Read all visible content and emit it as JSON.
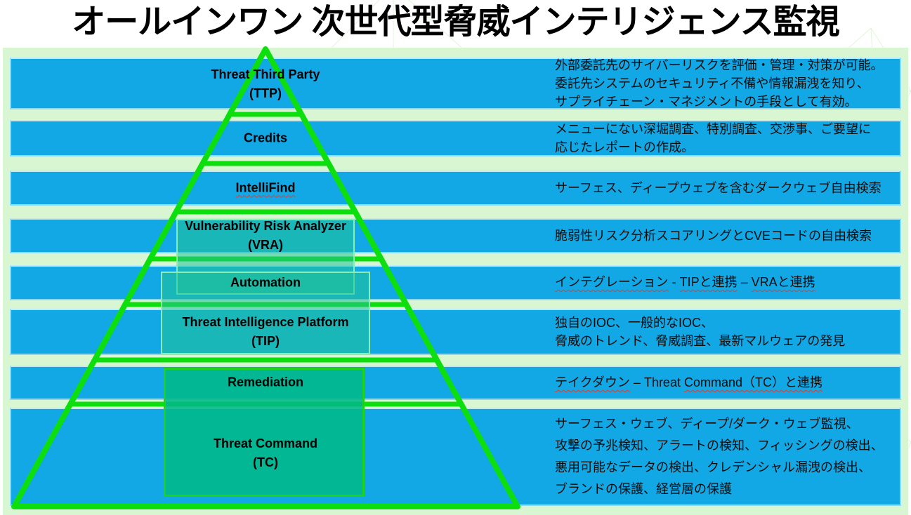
{
  "title": "オールインワン 次世代型脅威インテリジェンス監視",
  "colors": {
    "background": "#ffffff",
    "panel_green": "#d9f6d2",
    "bar_blue": "#12a8e5",
    "bar_border_blue": "#8fd8f3",
    "pyramid_green": "#0dde0d",
    "overlay_teal": "#25c295",
    "overlay_border_mint": "#8df0b4",
    "solid_green_box": "#00b889",
    "solid_green_border": "#1dd11d",
    "squiggle_red": "#e23b2e",
    "text_black": "#000000"
  },
  "rows": [
    {
      "label": "Threat Third Party\n(TTP)",
      "desc": "外部委託先のサイバーリスクを評価・管理・対策が可能。\n委託先システムのセキュリティ不備や情報漏洩を知り、\nサプライチェーン・マネジメントの手段として有効。"
    },
    {
      "label": "Credits",
      "desc": "メニューにない深堀調査、特別調査、交渉事、ご要望に\n応じたレポートの作成。"
    },
    {
      "label": "IntelliFind",
      "desc": "サーフェス、ディープウェブを含むダークウェブ自由検索"
    },
    {
      "label": "Vulnerability Risk Analyzer\n(VRA)",
      "desc": "脆弱性リスク分析スコアリングとCVEコードの自由検索"
    },
    {
      "label": "Automation",
      "desc_segments": [
        {
          "text": "インテグレーション",
          "squiggle": true
        },
        {
          "text": " - ",
          "squiggle": false
        },
        {
          "text": "TIPと連携",
          "squiggle": true
        },
        {
          "text": " – ",
          "squiggle": false
        },
        {
          "text": "VRAと連携",
          "squiggle": true
        }
      ]
    },
    {
      "label": "Threat Intelligence Platform\n(TIP)",
      "desc": "独自のIOC、一般的なIOC、\n脅威のトレンド、脅威調査、最新マルウェアの発見"
    },
    {
      "label": "Remediation",
      "desc_segments": [
        {
          "text": "テイクダウン",
          "squiggle": true
        },
        {
          "text": " – Threat ",
          "squiggle": false
        },
        {
          "text": "Command（TC）と連携",
          "squiggle": true
        }
      ]
    },
    {
      "label": "Threat Command\n(TC)",
      "desc": "サーフェス・ウェブ、ディープ/ダーク・ウェブ監視、\n攻撃の予兆検知、アラートの検知、フィッシングの検出、\n悪用可能なデータの検出、クレデンシャル漏洩の検出、\nブランドの保護、経営層の保護"
    }
  ]
}
